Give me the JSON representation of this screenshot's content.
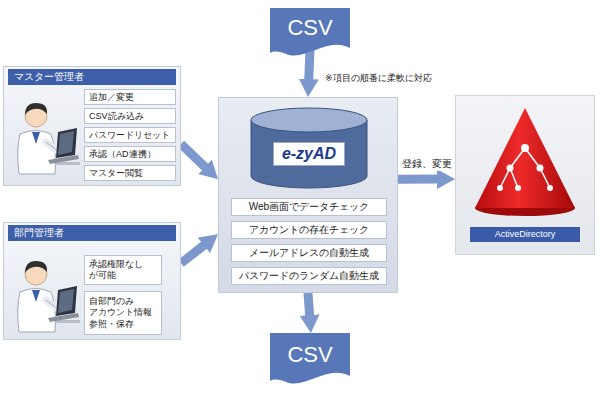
{
  "diagram": {
    "nodes": [
      {
        "text": [
          "CSV"
        ]
      },
      {
        "text": [
          "マスター管理者"
        ]
      },
      {
        "text": [
          "追加／変更"
        ],
        "in": 1
      },
      {
        "text": [
          "CSV読み込み"
        ],
        "in": 1
      },
      {
        "text": [
          "パスワードリセット"
        ],
        "in": 1
      },
      {
        "text": [
          "承認（AD連携）"
        ],
        "in": 1
      },
      {
        "text": [
          "マスター閲覧"
        ],
        "in": 1
      },
      {
        "text": []
      },
      {
        "text": [
          "e-zyAD"
        ],
        "in": 7
      },
      {
        "text": [
          "Web画面でデータチェック"
        ],
        "in": 7
      },
      {
        "text": [
          "アカウントの存在チェック"
        ],
        "in": 7
      },
      {
        "text": [
          "メールアドレスの自動生成"
        ],
        "in": 7
      },
      {
        "text": [
          "パスワードのランダム自動生成"
        ],
        "in": 7
      },
      {
        "text": [
          "ActiveDirectory"
        ]
      },
      {
        "text": [
          "部門管理者"
        ]
      },
      {
        "text": [
          "承認権限なし が可能"
        ],
        "in": 14
      },
      {
        "text": [
          "自部門のみ アカウント情報 参照・保存"
        ],
        "in": 14
      },
      {
        "text": [
          "CSV"
        ]
      }
    ],
    "edges": [
      {
        "from": 0,
        "to": 7,
        "arrow": "to"
      },
      {
        "from": 1,
        "to": 7,
        "arrow": "to"
      },
      {
        "from": 14,
        "to": 7,
        "arrow": "to"
      },
      {
        "from": 7,
        "to": 13,
        "label": "登録、変更",
        "arrow": "to"
      },
      {
        "from": 7,
        "to": 17,
        "arrow": "to"
      }
    ],
    "labels": [
      "※項目の順番に柔軟に対応"
    ]
  }
}
